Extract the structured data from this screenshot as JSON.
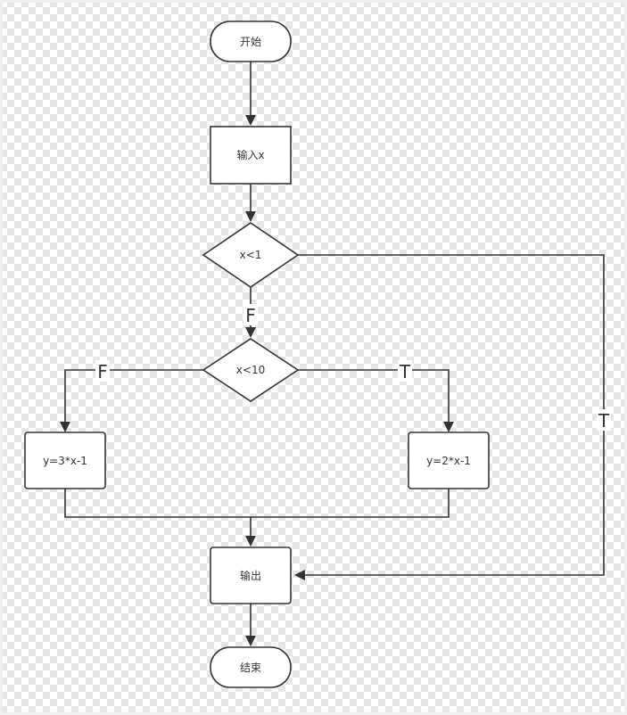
{
  "nodes": {
    "start": "开始",
    "input": "输入x",
    "cond1": "x<1",
    "cond2": "x<10",
    "left": "y=3*x-1",
    "right": "y=2*x-1",
    "output": "输出",
    "end": "结束"
  },
  "edges": {
    "cond1_false": "F",
    "cond1_true": "T",
    "cond2_false": "F",
    "cond2_true": "T"
  },
  "colors": {
    "stroke": "#333333",
    "fill": "#ffffff",
    "checker": "#e6e6e6"
  }
}
